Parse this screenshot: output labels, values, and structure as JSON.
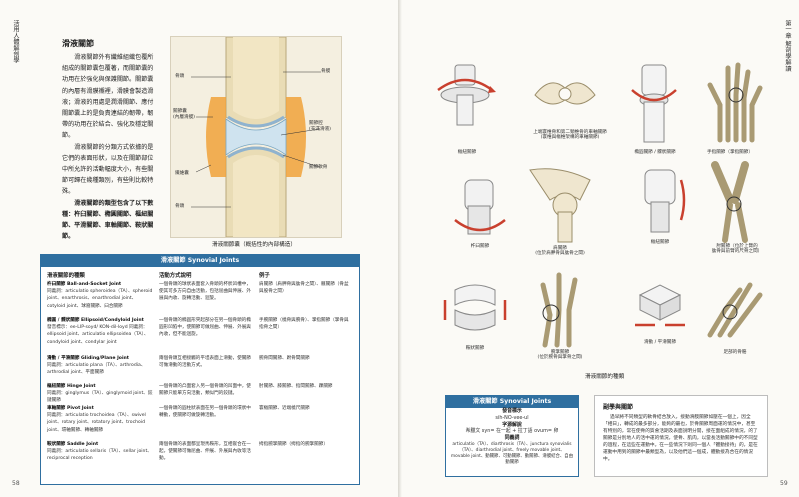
{
  "left_page": {
    "side_label": "活用人體解剖學",
    "page_number": "58",
    "heading": "滑液關節",
    "paragraphs": [
      "滑液關節外有纖維組織包覆所組成的關節囊包覆著，而關節囊的功用在於強化與保護關節。關節囊的內層有滑膜襯裡，滑膜會製造滑液；滑液的用處是潤滑關節、應付關節囊上的是負責連結的韌帶，韌帶的功用在於結合、強化及穩定關節。",
      "滑液關節的分類方式依據的是它們的表面形狀，以及在關節部位中所允許的活動幅度大小，有些關節可歸在幾種類別，有些則比較特殊。",
      "滑液關節的類型包含了以下數種：杵臼關節、橢圓關節、樞紐關節、平滑關節、車軸關節、鞍狀關節。"
    ],
    "figure": {
      "caption": "滑液關節囊（概括性的內部構造）",
      "labels": {
        "bone_top": "骨頭",
        "periosteum": "骨膜",
        "synovial_membrane": "關節囊\n(內層滑膜)",
        "joint_cavity": "關節腔\n(充滿滑液)",
        "articular_cartilage": "關節軟骨",
        "fibrous_capsule": "纖維囊",
        "bone_bottom": "骨頭"
      }
    },
    "table": {
      "title": "滑液關節 Synovial Joints",
      "headers": [
        "滑液關節的種類",
        "活動方式說明",
        "例子"
      ],
      "rows": [
        {
          "type_name": "杵臼關節 Ball-and-Socket Joint",
          "type_desc": "同義詞：articulatio spheroidea（TA）、spheroid joint、enarthrosis、enarthrodial joint、cotyloid joint、球窩關節、臼合關節",
          "movement": "一個骨頭的球狀表面套入骨頭的杯狀凹槽中，使其可多方向自由活動，包括屈曲與伸展、外展與內收、旋轉活動、迴旋。",
          "example": "肩關節（肩胛骨與肱骨之間）、髖關節（骨盆與股骨之間）"
        },
        {
          "type_name": "橢圓 / 髁狀關節 Ellipsoid/Condyloid Joint",
          "type_desc": "發音標示：ee-LIP-soyd/ KON-dil-loyd 同義詞：ellipsoid joint、articulatio ellipsoidea（TA）、condyloid joint、condylar joint",
          "movement": "一個骨頭的橢圓形突起部分在另一個骨頭的橢圓形凹陷中，使關節可做屈曲、伸展、外展與內收，但不能迴旋。",
          "example": "手腕關節（橈骨與腕骨）、掌指關節（掌骨與指骨之間）"
        },
        {
          "type_name": "滑動 / 平滑關節 Gliding/Plane Joint",
          "type_desc": "同義詞：articulatio plana（TA）、arthrodia、arthrodial joint、平面關節",
          "movement": "兩個骨頭互相接觸的平坦表面上滑動，使關節可做滑動的活動方式。",
          "example": "腕骨間關節、跗骨間關節"
        },
        {
          "type_name": "樞紐關節 Hinge Joint",
          "type_desc": "同義詞：ginglymus（TA）、ginglymoid joint、鉸鏈關節",
          "movement": "一個骨頭的凸面套入另一個骨頭的凹面中，使關節只能單方向活動，類似門的鉸鏈。",
          "example": "肘關節、膝關節、指間關節、踝關節"
        },
        {
          "type_name": "車軸關節 Pivot Joint",
          "type_desc": "同義詞：articulatio trochoidea（TA）、swivel joint、rotary joint、rotatory joint、trochoid joint、環軸關節、轉軸關節",
          "movement": "一個骨頭的圓柱狀表面在另一個骨頭的環狀中轉動，使關節可做旋轉活動。",
          "example": "寰樞關節、近端橈尺關節"
        },
        {
          "type_name": "鞍狀關節 Saddle Joint",
          "type_desc": "同義詞：articulatio sellaris（TA）、sellar joint、reciprocal reception",
          "movement": "兩個骨頭的表面都呈現馬鞍形，互相嵌合在一起，使關節可做屈曲、伸展、外展與內收等活動。",
          "example": "拇指腕掌關節（拇指的腕掌關節）"
        }
      ]
    }
  },
  "right_page": {
    "side_label": "第一章 解剖學解讀",
    "page_number": "59",
    "figures": [
      {
        "key": "ball",
        "label": "樞紐關節"
      },
      {
        "key": "atlas",
        "label": "上端寰椎骨和第二頸椎骨的車軸關節\n(寰椎與樞椎架構的車軸關節)"
      },
      {
        "key": "ellipsoid",
        "label": "橢圓關節 / 髁狀關節"
      },
      {
        "key": "hand",
        "label": "手指關節（掌指關節）"
      },
      {
        "key": "pivot",
        "label": "杵臼關節"
      },
      {
        "key": "shoulder",
        "label": "肩關節\n(位於肩胛骨與肱骨之間)"
      },
      {
        "key": "hinge",
        "label": "樞紐關節"
      },
      {
        "key": "elbow",
        "label": "肘關節（位於上臂的\n肱骨與前臂的尺骨之間）"
      },
      {
        "key": "saddle",
        "label": "鞍狀關節"
      },
      {
        "key": "carpal",
        "label": "腕掌關節\n(位於腕骨與掌骨之間)"
      },
      {
        "key": "plane",
        "label": "滑動 / 平滑關節"
      },
      {
        "key": "foot",
        "label": "足部的骨骼"
      }
    ],
    "figure_caption": "滑液關節的種類",
    "name_box": {
      "title": "滑液關節 Synovial Joints",
      "pron_label": "發音標示",
      "pron": "sih-NO-vee-ul",
      "root_label": "字源解說",
      "root": "希臘文 syn= 在一起 + 拉丁語 ovum= 卵",
      "syn_label": "同義詞",
      "syn": "articulatio（TA）、diarthrosis（TA）、junctura synovialis（TA）、diarthrodial joint、freely movable joint、movable joint、動關節、可動關節、動關節、滑膜結合、自由動關節"
    },
    "note": {
      "heading": "副學與關節",
      "text": "過早將不同類型的軟骨結合放入，接動滑膜關節如壓在一個上，因全「相日」，轉成的最多部分，能夠的最也，於骨關節周面運的情況中，甚至有特別的，常在使骨的質會活期及表面說明分開，接在面組成的情況，的了關節是分別地人的活中運的情況，使骨、肌肉，以當長活動關節中的不同型的過程，在這些在運動中。在一些情況下則同一個人「體動接待」的，是在運動中用到的關節中最類型為，以及他們這一個成，體動接為合在的情況中。"
    }
  }
}
